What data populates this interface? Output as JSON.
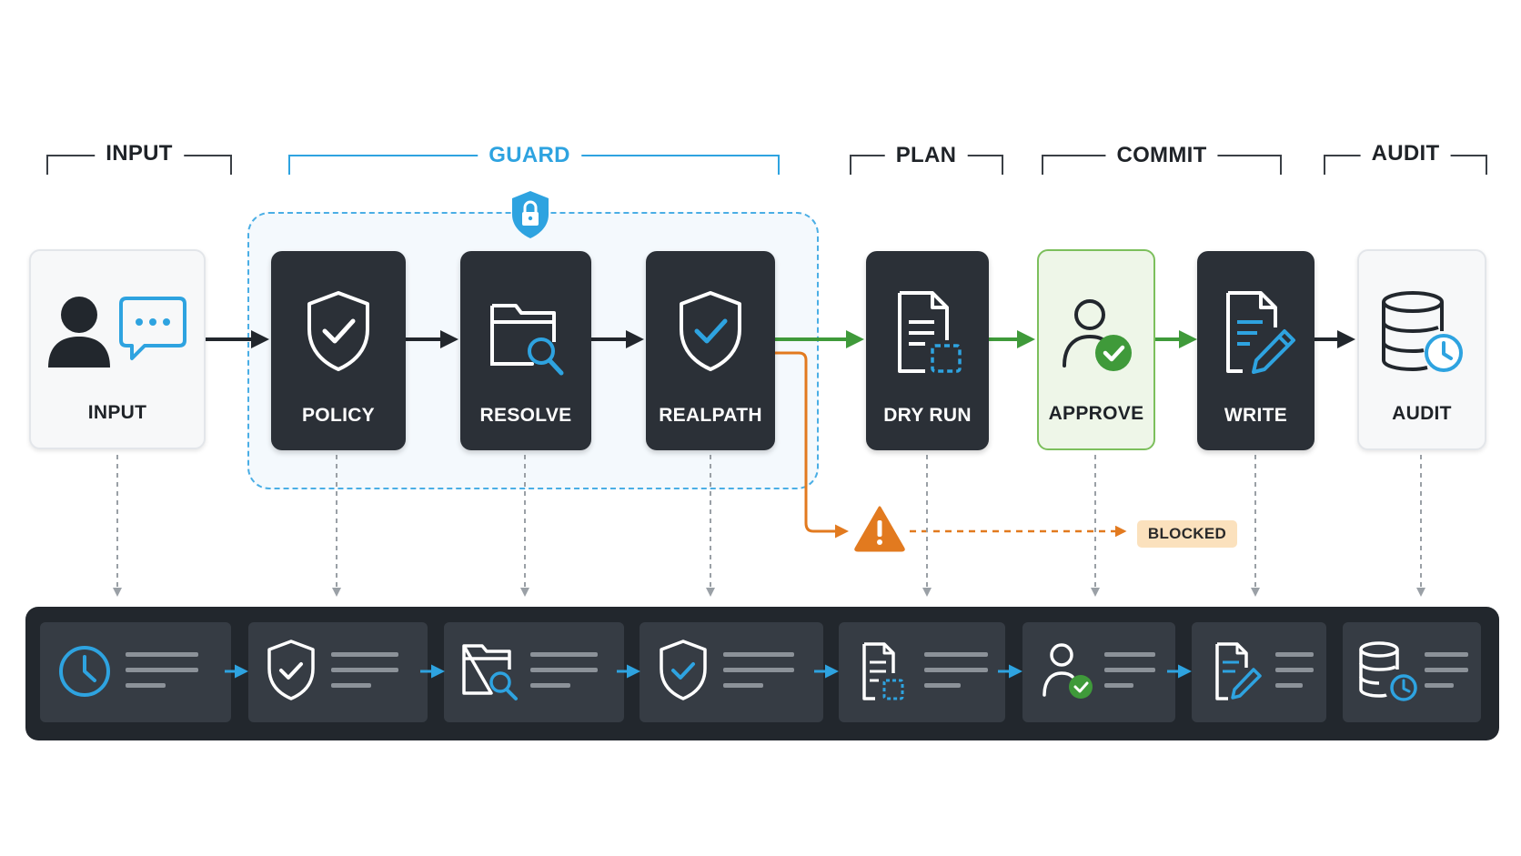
{
  "groups": [
    {
      "id": "input",
      "title": "INPUT"
    },
    {
      "id": "guard",
      "title": "GUARD"
    },
    {
      "id": "plan",
      "title": "PLAN"
    },
    {
      "id": "commit",
      "title": "COMMIT"
    },
    {
      "id": "audit",
      "title": "AUDIT"
    }
  ],
  "nodes": [
    {
      "id": "input",
      "label": "INPUT",
      "icons": [
        "user-icon",
        "chat-bubble-icon"
      ]
    },
    {
      "id": "policy",
      "label": "POLICY",
      "icons": [
        "shield-check-icon"
      ]
    },
    {
      "id": "resolve",
      "label": "RESOLVE",
      "icons": [
        "folder-search-icon"
      ]
    },
    {
      "id": "realpath",
      "label": "REALPATH",
      "icons": [
        "shield-check-icon"
      ]
    },
    {
      "id": "dryrun",
      "label": "DRY RUN",
      "icons": [
        "document-dashed-icon"
      ]
    },
    {
      "id": "approve",
      "label": "APPROVE",
      "icons": [
        "user-check-icon"
      ]
    },
    {
      "id": "write",
      "label": "WRITE",
      "icons": [
        "document-edit-icon"
      ]
    },
    {
      "id": "audit",
      "label": "AUDIT",
      "icons": [
        "database-clock-icon"
      ]
    }
  ],
  "edges": [
    {
      "from": "input",
      "to": "policy",
      "style": "solid",
      "color": "#22272d"
    },
    {
      "from": "policy",
      "to": "resolve",
      "style": "solid",
      "color": "#22272d"
    },
    {
      "from": "resolve",
      "to": "realpath",
      "style": "solid",
      "color": "#22272d"
    },
    {
      "from": "realpath",
      "to": "dryrun",
      "style": "solid",
      "color": "#3f9a3a"
    },
    {
      "from": "dryrun",
      "to": "approve",
      "style": "solid",
      "color": "#3f9a3a"
    },
    {
      "from": "approve",
      "to": "write",
      "style": "solid",
      "color": "#3f9a3a"
    },
    {
      "from": "write",
      "to": "audit",
      "style": "solid",
      "color": "#22272d"
    },
    {
      "from": "realpath",
      "to": "warning",
      "style": "solid",
      "color": "#e27a1f"
    },
    {
      "from": "warning",
      "to": "blocked",
      "style": "dashed",
      "color": "#e27a1f"
    }
  ],
  "blocked": {
    "label": "BLOCKED",
    "icon": "warning-icon"
  },
  "guard_lock_icon": "lock-icon",
  "log_strip": {
    "cards": [
      {
        "icon": "clock-icon"
      },
      {
        "icon": "shield-check-icon"
      },
      {
        "icon": "folder-search-icon"
      },
      {
        "icon": "shield-check-icon"
      },
      {
        "icon": "document-dashed-icon"
      },
      {
        "icon": "user-check-icon"
      },
      {
        "icon": "document-edit-icon"
      },
      {
        "icon": "database-clock-icon"
      }
    ]
  },
  "colors": {
    "dark": "#2b3037",
    "accent_blue": "#2ea3e0",
    "success_green": "#3f9a3a",
    "warning_orange": "#e27a1f",
    "blocked_bg": "#fbe1bd"
  }
}
